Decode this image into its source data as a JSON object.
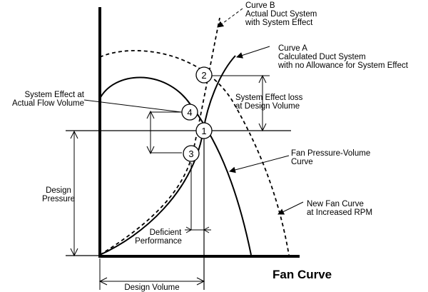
{
  "title": "Fan Curve",
  "labels": {
    "curve_b": [
      "Curve B",
      "Actual Duct System",
      "with System Effect"
    ],
    "curve_a": [
      "Curve A",
      "Calculated Duct System",
      "with no Allowance for System Effect"
    ],
    "system_effect_actual": [
      "System Effect at",
      "Actual Flow Volume"
    ],
    "system_effect_loss": [
      "System Effect loss",
      "at Design Volume"
    ],
    "fan_pv_curve": [
      "Fan Pressure-Volume",
      "Curve"
    ],
    "new_fan_curve": [
      "New Fan Curve",
      "at Increased RPM"
    ],
    "design_pressure": [
      "Design",
      "Pressure"
    ],
    "deficient_performance": [
      "Deficient",
      "Performance"
    ],
    "design_volume": "Design Volume"
  },
  "points": [
    "1",
    "2",
    "3",
    "4"
  ]
}
